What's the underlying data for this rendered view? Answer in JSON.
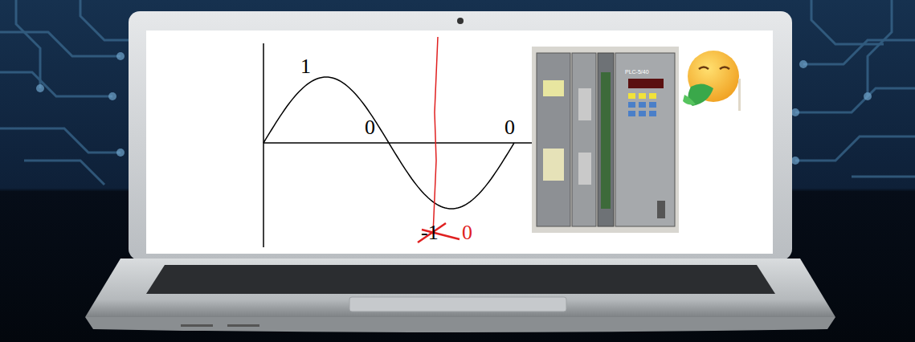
{
  "diagram": {
    "labels": [
      "1",
      "0",
      "0",
      "-1",
      "0",
      "PLC-5/40"
    ]
  }
}
